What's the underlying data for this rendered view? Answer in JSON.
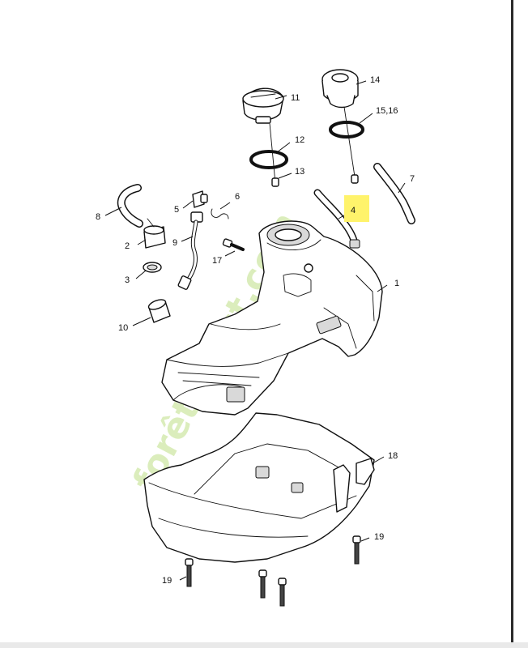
{
  "diagram": {
    "callouts": {
      "c1": "1",
      "c2": "2",
      "c3": "3",
      "c4": "4",
      "c5": "5",
      "c6": "6",
      "c7": "7",
      "c8": "8",
      "c9": "9",
      "c10": "10",
      "c11": "11",
      "c12": "12",
      "c13": "13",
      "c14": "14",
      "c15": "15,16",
      "c17": "17",
      "c18": "18",
      "c19a": "19",
      "c19b": "19"
    },
    "highlight_color": "#fff36b",
    "highlighted_part": "4",
    "watermark": {
      "text_a": "forêt",
      "text_b": "direct.com",
      "color": "#cfe8a6"
    }
  }
}
